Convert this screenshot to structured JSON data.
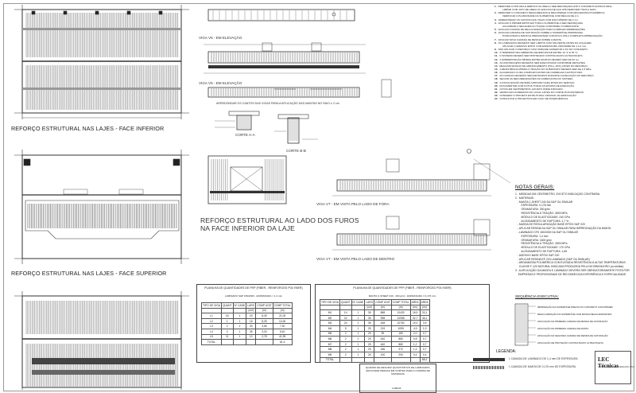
{
  "titles": {
    "inferior": "REFORÇO ESTRUTURAL NAS LAJES - FACE INFERIOR",
    "superior": "REFORÇO ESTRUTURAL NAS LAJES - FACE SUPERIOR",
    "furos_1": "REFORÇO ESTRUTURAL AO LADO DOS FUROS",
    "furos_2": "NA FACE INFERIOR DA LAJE"
  },
  "labels": {
    "viga_v6_elev": "VIGA V6 - EM ELEVAÇÃO",
    "viga_v6_elev2": "VIGA V6 - EM ELEVAÇÃO",
    "corte_a": "CORTE A-A",
    "corte_b": "CORTE B-B",
    "arredondar": "ARREDONDAR OS CANTOS DAS VIGAS PARA A APLICAÇÃO DAS MANTAS NO RAIO ≥ 2 cm",
    "viga_v7_fora": "VIGA V7 - EM VISTA PELO LADO DE FORA",
    "viga_v7_dentro": "VIGA V7 - EM VISTA PELO LADO DE DENTRO"
  },
  "tables": {
    "frp": {
      "title": "PLANILHA DE QUANTIDADES DE FRP (FIBER - REINFORCED POLYMER)",
      "sub": "LAMINADO S&P 150/2000 - ESPESSURA = 1,4 mm",
      "headers": [
        "TIPO DE VIGA",
        "QUANT",
        "Nº CANE",
        "LARG",
        "COMP UNIT",
        "COMP TOTAL"
      ],
      "units": [
        "",
        "",
        "",
        "(cm)",
        "(m)",
        "(m)"
      ],
      "rows": [
        [
          "L1",
          "16",
          "1",
          "20",
          "8,25",
          "21,00"
        ],
        [
          "L2",
          "1",
          "1",
          "15",
          "8,25",
          "12,00"
        ],
        [
          "L3",
          "2",
          "1",
          "30",
          "3,65",
          "7,30"
        ],
        [
          "L4",
          "2",
          "1",
          "35",
          "3,20",
          "6,40"
        ],
        [
          "L5",
          "11",
          "1",
          "10",
          "2,78",
          "41,99"
        ],
        [
          "TOTAL",
          "",
          "",
          "",
          "",
          "81,3"
        ]
      ]
    },
    "pbo": {
      "title": "PLANILHA DE QUANTIDADES DE PFP (FIBER - REINFORCED POLYMER)",
      "sub": "MANTA C-SHEET 240 - 300 g/m² - ESPESSURA = 0,176 mm",
      "headers": [
        "TIPO DE VIGA",
        "QUANT",
        "Nº CANE",
        "LARG",
        "COMP UNIT",
        "COMP TOTAL",
        "AREA",
        "AREA"
      ],
      "units": [
        "",
        "",
        "",
        "(cm)",
        "(m)",
        "(m)",
        "(m²)",
        "(m²)"
      ],
      "rows": [
        [
          "M1",
          "14",
          "1",
          "35",
          "888",
          "12432",
          "18,9",
          "33,1"
        ],
        [
          "M2",
          "22",
          "1",
          "35",
          "998",
          "21956",
          "32,7",
          "46,1"
        ],
        [
          "M3",
          "24",
          "1",
          "35",
          "448",
          "10752",
          "19,3",
          "3,9"
        ],
        [
          "M4",
          "5",
          "1",
          "25",
          "219",
          "1095",
          "4,9",
          "1,9"
        ],
        [
          "M5",
          "2",
          "1",
          "25",
          "90",
          "180",
          "2,0",
          "0,7"
        ],
        [
          "M6",
          "2",
          "1",
          "25",
          "440",
          "880",
          "0,8",
          "0,7"
        ],
        [
          "M7",
          "2",
          "1",
          "25",
          "440",
          "880",
          "1,2",
          "0,7"
        ],
        [
          "M8",
          "2",
          "1",
          "25",
          "186",
          "372",
          "1,4",
          "0,7"
        ],
        [
          "M9",
          "2",
          "1",
          "25",
          "100",
          "200",
          "0,4",
          "0,4"
        ],
        [
          "TOTAL",
          "",
          "",
          "",
          "",
          "",
          "",
          "88,2"
        ]
      ]
    },
    "resumo": {
      "title": "QUADRO DE RESUMO QUANTITATIVO DE LAMINADOS. ADICIONAR PERDAS EM CORTES PARA A COMPRA DE MATERIAIS",
      "row": "LAMINA"
    }
  },
  "notes": [
    [
      "1.",
      "REMOVER A PINTURA E REBOCO NA ÁREA A SER REFORÇADA ATÉ O CONCRETO ESTRUTURAL."
    ],
    [
      "",
      "LIMPAR COM JATO DE AREIA OU ESCOVA DE AÇO ATÉ REMOVER TODA A NATA."
    ],
    [
      "2.",
      "REMOVER O CONCRETO DESAGREGADO E RECUPERAR COM ARGAMASSA POLIMÉRICA."
    ],
    [
      "",
      "VERIFICAR A PLANICIDADE DA SUPERFÍCIE COM RÉGUA DE 2 m."
    ],
    [
      "3.",
      "ARREDONDAR OS CANTOS DAS VIGAS COM RAIO MÍNIMO DE 2 cm."
    ],
    [
      "4.",
      "APLICAR O PRIMER EPÓXI EM TODA A SUPERFÍCIE A SER REFORÇADA."
    ],
    [
      "",
      "AGUARDAR A SECAGEM AO TOQUE CONFORME O FABRICANTE."
    ],
    [
      "5.",
      "APLICAR A MASSA DE REGULARIZAÇÃO PARA CORRIGIR IMPERFEIÇÕES."
    ],
    [
      "6.",
      "APLICAR A RESINA DE SATURAÇÃO SOBRE A SUPERFÍCIE PREPARADA."
    ],
    [
      "",
      "POSICIONAR A MANTA E PRESSIONAR COM ROLO ATÉ A COMPLETA IMPREGNAÇÃO."
    ],
    [
      "7.",
      "APLICAR NOVA CAMADA DE RESINA SOBRE A MANTA."
    ],
    [
      "8.",
      "OS LAMINADOS DEVERÃO SER LIMPOS COM SOLVENTE ANTES DA COLAGEM."
    ],
    [
      "",
      "APLICAR O ADESIVO EPÓXI COM ESPESSURA UNIFORME DE 1 A 2 mm."
    ],
    [
      "9.",
      "NÃO APLICAR O REFORÇO COM UMIDADE SUPERIOR A 4% NO CONCRETO."
    ],
    [
      "10.",
      "A TEMPERATURA AMBIENTE DEVERÁ ESTAR ENTRE 10 °C E 35 °C."
    ],
    [
      "11.",
      "O SISTEMA DEVERÁ SER PROTEGIDO CONTRA RAIOS ULTRAVIOLETA."
    ],
    [
      "12.",
      "A SOBREPOSIÇÃO MÍNIMA ENTRE MANTAS DEVERÁ SER DE 20 cm."
    ],
    [
      "13.",
      "AS ANCORAGENS DEVERÃO SER EXECUTADAS CONFORME DETALHES."
    ],
    [
      "14.",
      "REALIZAR ENSAIO DE ARRANCAMENTO (PULL-OFF) ANTES DO REFORÇO."
    ],
    [
      "15.",
      "A RESISTÊNCIA MÍNIMA À TRAÇÃO DO SUBSTRATO DEVERÁ SER DE 1,5 MPa."
    ],
    [
      "16.",
      "AGUARDAR A CURA COMPLETA ANTES DE CARREGAR A ESTRUTURA."
    ],
    [
      "17.",
      "AS CARGAS DEVERÃO SER RETIRADAS DURANTE A EXECUÇÃO DO REFORÇO."
    ],
    [
      "18.",
      "SEGUIR AS RECOMENDAÇÕES DO FABRICANTE DO SISTEMA."
    ],
    [
      "19.",
      "A FISCALIZAÇÃO DEVERÁ APROVAR CADA ETAPA DO SERVIÇO."
    ],
    [
      "20.",
      "DOCUMENTAR COM FOTOS TODAS AS ETAPAS DE EXECUÇÃO."
    ],
    [
      "21.",
      "COTAS EM CENTÍMETROS, EXCETO ONDE INDICADO."
    ],
    [
      "22.",
      "VERIFICAR AS MEDIDAS NO LOCAL ANTES DO CORTE DOS MATERIAIS."
    ],
    [
      "23.",
      "CONFERIR O PROJETO ESTRUTURAL ORIGINAL DA EDIFICAÇÃO."
    ],
    [
      "24.",
      "CONSULTAR O PROJETISTA EM CASO DE DIVERGÊNCIAS."
    ]
  ],
  "general": {
    "heading": "NOTAS GERAIS:",
    "lines": [
      "1 - MEDIDAS EM CENTÍMETRO, EXCETO INDICAÇÃO CONTRÁRIA.",
      "2 - MATERIAIS:",
      "   - MANTA C-SHEET 240 DA S&P OU SIMILAR",
      "        ESPESSURA: 0,176 mm",
      "        GRAMATURA: 300 g/m²",
      "        RESISTÊNCIA À TRAÇÃO: 3800 MPa",
      "        MÓDULO DE ELASTICIDADE: 240 GPa",
      "        ALONGAMENTO DE RUPTURA: 1,7 %",
      "   - MASSA DE REGULARIZAÇÃO BASE EPÓXI S&P 220",
      "   - APLICAR RESINA DA S&P OU SIMILAR PARA IMPREGNAÇÃO DA MANTA",
      "   - LAMINADO CFK 150/2000 DA S&P OU SIMILAR",
      "        ESPESSURA: 1,4 mm",
      "        GRAMATURA: 1600 g/m²",
      "        RESISTÊNCIA À TRAÇÃO: 2800 MPa",
      "        MÓDULO DE ELASTICIDADE: 170 GPa",
      "        ALONGAMENTO DE RUPTURA: 1,65",
      "   - ADESIVO BASE EPÓXI S&P 220",
      "   - APLICAR RESINA EP 220 LAMINADO (S&P OU SIMILAR)",
      "   - ARGAMASSA POLIMÉRICA COM ELEVADA RESISTÊNCIA À ALTAS TEMPERATURAS",
      "     CLASSE F-120 NATURAL INDICADA PRODUZIDA PELA NO BRASILEIRO (ou similar)",
      "3 - A APLICAÇÃO DA MANTA E LAMINADO DEVERÁ SER OBRIGATORIAMENTE FEITA POR",
      "    EMPRESAS E PROFISSIONAIS DE RECONHECIDA EXPERIÊNCIA E ESPECIALIDADE."
    ],
    "sequence": "SEQUÊNCIA EXECUTIVA:",
    "steps": [
      "IMPRIMAÇÃO DA SUPERFÍCIE PREVIA DO CONCRETO COM PRIMER",
      "REGULARIZAÇÃO DA SUPERFÍCIE COM MASSA REGULARIZADORA",
      "APLICAÇÃO DA PRIMEIRA CAMADA DE RESINA DE SATURAÇÃO",
      "APLICAÇÃO DA PRIMEIRA CAMADA DE MANTA",
      "APLICAÇÃO DA SEGUNDA CAMADA DE RESINA DE SATURAÇÃO",
      "APLICAÇÃO DE PROTEÇÃO CONTRA RAIOS ULTRAVIOLETA"
    ]
  },
  "legend": {
    "title": "LEGENDA:",
    "items": [
      "1 CAMADA DE LAMINADO DE 1,4 mm DE ESPESSURA",
      "1 CAMADA DE MANTA DE 0,176 mm DE ESPESSURA"
    ]
  },
  "logo": {
    "name": "LEC Técnicas",
    "sub": "TECNOLOGIA EM ENGENHARIA CIVIL"
  }
}
